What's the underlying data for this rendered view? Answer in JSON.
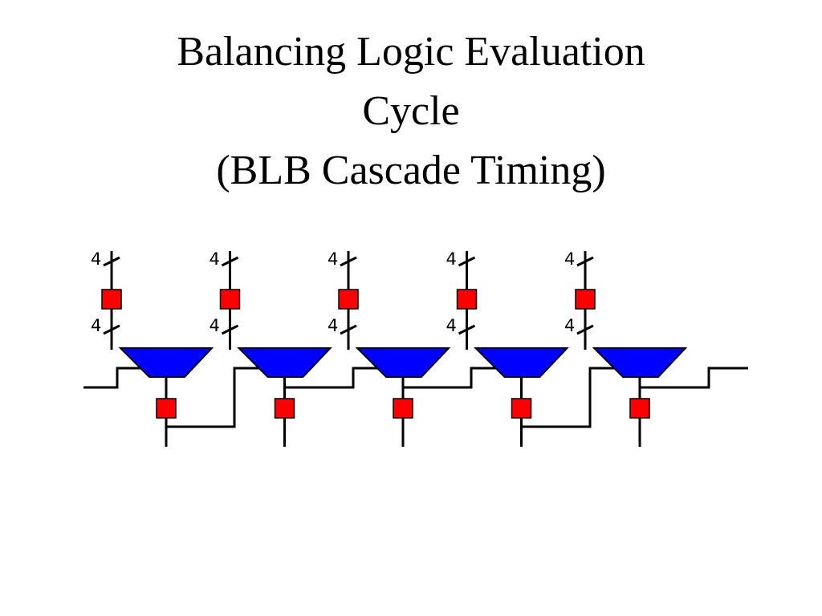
{
  "title": {
    "lines": [
      "Balancing Logic Evaluation",
      "Cycle",
      "(BLB Cascade Timing)"
    ]
  },
  "diagram": {
    "stage_count": 5,
    "input_bus_width_label": "4",
    "register_input_bus_width_label": "4",
    "colors": {
      "wire": "#000000",
      "register": "#ff0000",
      "logic_block": "#0000ff"
    }
  }
}
